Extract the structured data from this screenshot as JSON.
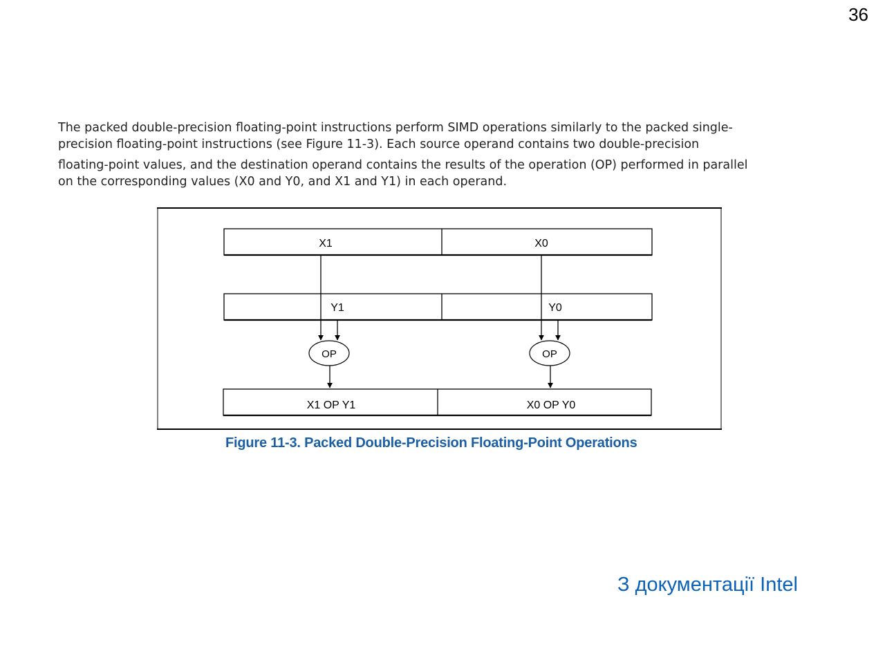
{
  "slide": {
    "number": "36"
  },
  "text": {
    "lines": [
      "The packed double-precision floating-point instructions perform SIMD operations similarly to the packed single-",
      "precision floating-point instructions (see Figure 11-3). Each source operand contains two double-precision",
      "floating-point values, and the destination operand contains the results of the operation (OP) performed in parallel",
      "on the corresponding values (X0 and Y0, and X1 and Y1) in each operand."
    ]
  },
  "figure": {
    "source1": [
      "X1",
      "X0"
    ],
    "source2": [
      "Y1",
      "Y0"
    ],
    "op_label": "OP",
    "result": [
      "X1 OP Y1",
      "X0 OP Y0"
    ],
    "caption": "Figure 11-3.  Packed Double-Precision Floating-Point Operations"
  },
  "footer": {
    "source_note": "З документації Intel"
  }
}
